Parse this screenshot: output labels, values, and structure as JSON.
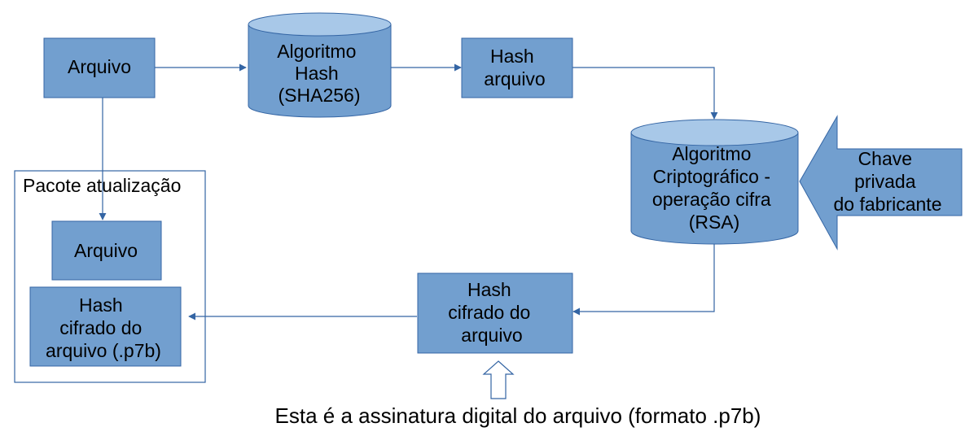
{
  "colors": {
    "box_fill": "#729fcf",
    "box_stroke": "#3465a4",
    "cylinder_top": "#a8c8e8",
    "connector": "#3465a4",
    "container_border": "#3465a4"
  },
  "nodes": {
    "arquivo": {
      "lines": [
        "Arquivo"
      ]
    },
    "hash_algorithm": {
      "lines": [
        "Algoritmo",
        "Hash",
        "(SHA256)"
      ]
    },
    "hash_arquivo": {
      "lines": [
        "Hash",
        "arquivo"
      ]
    },
    "crypto_algorithm": {
      "lines": [
        "Algoritmo",
        "Criptográfico -",
        "operação cifra",
        "(RSA)"
      ]
    },
    "private_key": {
      "lines": [
        "Chave",
        "privada",
        "do fabricante"
      ]
    },
    "hash_cifrado": {
      "lines": [
        "Hash",
        "cifrado do",
        "arquivo"
      ]
    },
    "package": {
      "title": "Pacote atualização",
      "arquivo": {
        "lines": [
          "Arquivo"
        ]
      },
      "hash_p7b": {
        "lines": [
          "Hash",
          "cifrado do",
          "arquivo (.p7b)"
        ]
      }
    }
  },
  "caption": "Esta é a assinatura digital do arquivo (formato .p7b)"
}
